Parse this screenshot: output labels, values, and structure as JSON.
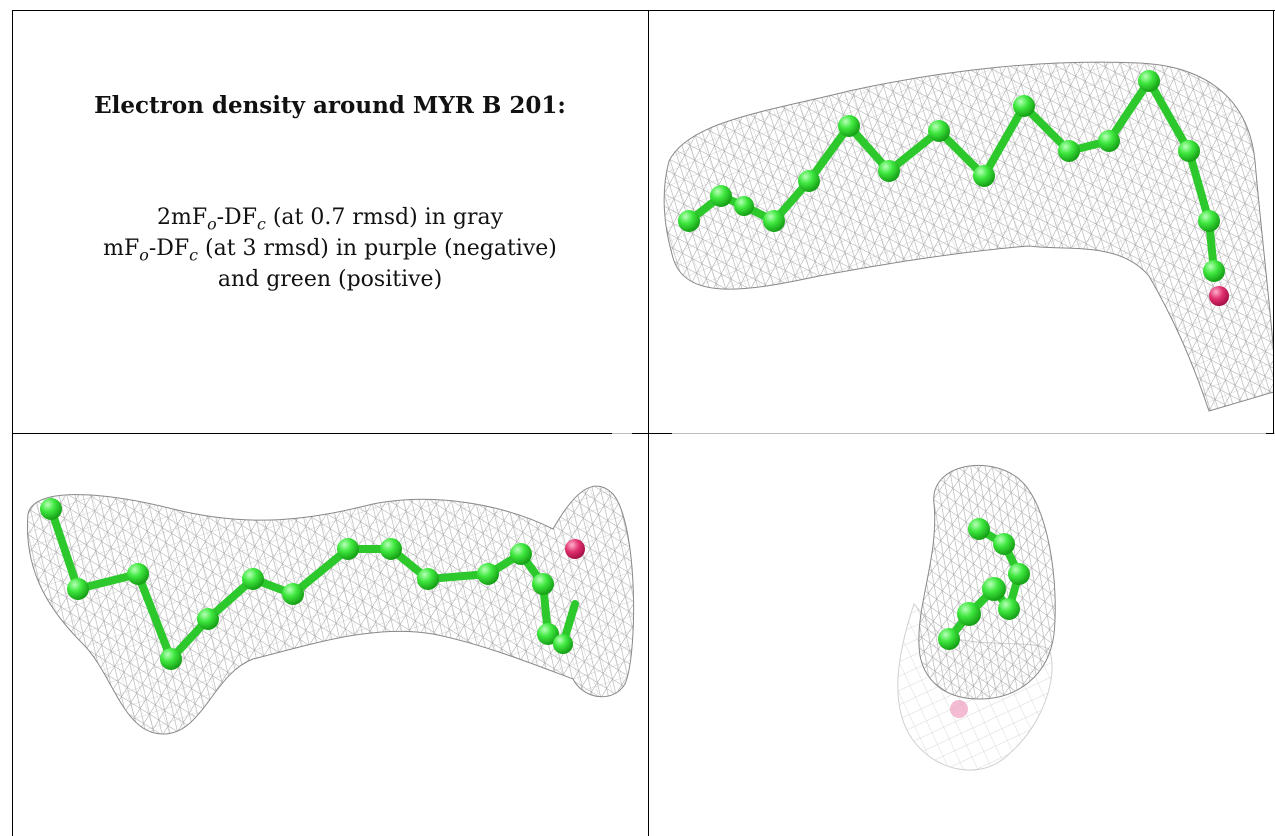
{
  "caption": {
    "title": "Electron density around MYR B 201:",
    "line1": {
      "pre": "2mF",
      "sub1": "o",
      "mid": "-DF",
      "sub2": "c",
      "post": " (at 0.7 rmsd) in gray"
    },
    "line2": {
      "pre": "mF",
      "sub1": "o",
      "mid": "-DF",
      "sub2": "c",
      "post": " (at 3 rmsd) in purple (negative)"
    },
    "line3": "and green (positive)"
  },
  "colors": {
    "mesh": "#8c8c8c",
    "mesh_light": "#b5b5b5",
    "carbon": "#3fe83f",
    "carbon_dark": "#1fae1f",
    "oxygen": "#e0306e",
    "rule": "#000000"
  }
}
